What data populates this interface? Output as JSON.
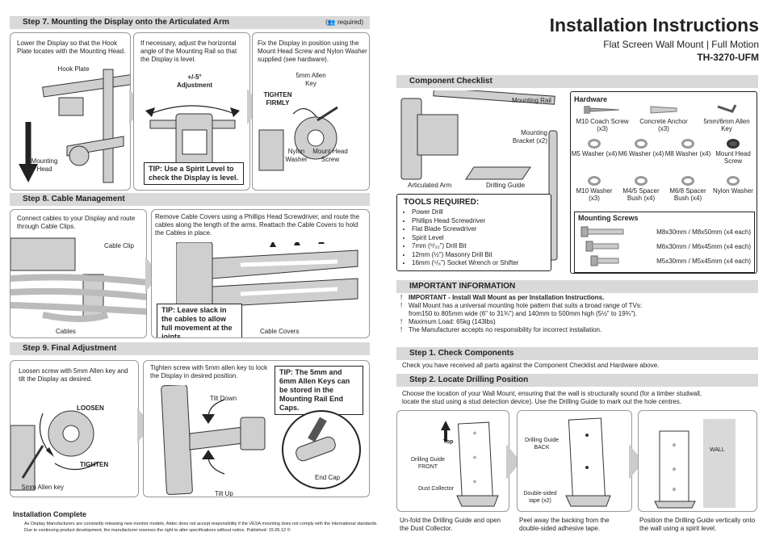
{
  "header": {
    "title": "Installation Instructions",
    "subtitle": "Flat Screen Wall Mount | Full Motion",
    "model": "TH-3270-UFM"
  },
  "step7": {
    "heading": "Step 7. Mounting the Display onto the Articulated Arm",
    "required_icon": "two-people-icon",
    "required": "required",
    "panel1_text": "Lower the Display so that the Hook Plate locates with the Mounting Head.",
    "panel1_label_hook": "Hook Plate",
    "panel1_label_mount": "Mounting Head",
    "panel2_text": "If necessary, adjust the horizontal angle of the Mounting Rail so that the Display is level.",
    "panel2_adjust": "+/-5° Adjustment",
    "tip": "TIP: Use a Spirit Level to check the Display is level.",
    "panel3_text": "Fix the Display in position using the Mount Head Screw and Nylon Washer supplied (see hardware).",
    "panel3_allen": "5mm Allen Key",
    "panel3_tighten": "TIGHTEN FIRMLY",
    "panel3_nylon": "Nylon Washer",
    "panel3_mount": "Mount Head Screw"
  },
  "step8": {
    "heading": "Step 8. Cable Management",
    "panel1_text": "Connect cables to your Display and route through Cable Clips.",
    "panel1_clip": "Cable Clip",
    "panel1_cables": "Cables",
    "panel2_text": "Remove Cable Covers using a Phillips Head Screwdriver, and route the cables along the length of the arms. Reattach the Cable Covers to hold the Cables in place.",
    "tip": "TIP: Leave slack in the cables to allow full movement at the joints.",
    "panel2_covers": "Cable Covers"
  },
  "step9": {
    "heading": "Step 9. Final Adjustment",
    "panel1_text": "Loosen screw with 5mm Allen key and tilt the Display as desired.",
    "loosen": "LOOSEN",
    "tighten": "TIGHTEN",
    "allen": "5mm Allen key",
    "panel2_text": "Tighten screw with 5mm allen key to lock the Display in desired position.",
    "tilt_down": "Tilt Down",
    "tilt_up": "Tilt Up",
    "tip": "TIP: The 5mm and 6mm Allen Keys can be stored in the Mounting Rail End Caps.",
    "end_cap": "End Cap"
  },
  "footer": {
    "complete": "Installation Complete",
    "disclaimer1": "As Display Manufacturers are constantly releasing new monitor models, Atdec does not accept responsibility if the VESA mounting does not comply with the international standards.",
    "disclaimer2": "Due to continuing product development, the manufacturer reserves the right to alter specifications without notice. Published: 15.05.12 ©"
  },
  "checklist": {
    "heading": "Component Checklist",
    "rail": "Mounting Rail",
    "bracket": "Mounting Bracket (x2)",
    "arm": "Articulated Arm",
    "guide": "Drilling Guide",
    "tools_heading": "TOOLS REQUIRED:",
    "tools": [
      "Power Drill",
      "Phillips Head Screwdriver",
      "Flat Blade Screwdriver",
      "Spirit Level",
      "7mm (⁹/₃₂\") Drill Bit",
      "12mm (½\")  Masonry Drill Bit",
      "16mm (⁵/₈\") Socket Wrench or Shifter"
    ]
  },
  "hardware": {
    "heading": "Hardware",
    "items": [
      {
        "name": "M10 Coach Screw (x3)",
        "icon": "coach-screw-icon"
      },
      {
        "name": "Concrete Anchor (x3)",
        "icon": "anchor-icon"
      },
      {
        "name": "5mm/6mm Allen Key",
        "icon": "allen-key-icon"
      },
      {
        "name": "M5 Washer (x4)",
        "icon": "washer-icon"
      },
      {
        "name": "M6 Washer (x4)",
        "icon": "washer-icon"
      },
      {
        "name": "M8 Washer (x4)",
        "icon": "washer-icon"
      },
      {
        "name": "Mount Head Screw",
        "icon": "screw-head-icon"
      },
      {
        "name": "M10 Washer (x3)",
        "icon": "washer-icon"
      },
      {
        "name": "M4/5 Spacer Bush (x4)",
        "icon": "washer-icon"
      },
      {
        "name": "M6/8 Spacer Bush (x4)",
        "icon": "washer-icon"
      },
      {
        "name": "Nylon Washer",
        "icon": "washer-icon"
      }
    ],
    "screws_heading": "Mounting Screws",
    "screws": [
      "M8x30mm / M8x50mm (x4 each)",
      "M6x30mm / M6x45mm (x4 each)",
      "M5x30mm / M5x45mm (x4 each)"
    ]
  },
  "important": {
    "heading": "IMPORTANT INFORMATION",
    "lines": [
      "IMPORTANT - Install Wall Mount as per Installation Instructions.",
      "Wall Mount has a universal mounting hole pattern that suits a broad range of TVs:",
      "from150 to 805mm wide (6\" to 31¾\") and 140mm to 500mm high (5½\" to 19¾\").",
      "Maximum Load: 65kg (143lbs)",
      "The Manufacturer accepts no responsibility for incorrect installation."
    ],
    "bang": "!"
  },
  "step1": {
    "heading": "Step 1.   Check Components",
    "text": "Check you have received all parts against the Component Checklist and Hardware above."
  },
  "step2": {
    "heading": "Step 2.   Locate Drilling Position",
    "text1": "Choose the location of your Wall Mount, ensuring that the wall is structurally sound (for a timber studwall,",
    "text2": "locate the stud using a stud detection device). Use the Drilling Guide to mark out the hole centres.",
    "top": "Top",
    "front": "Drilling Guide FRONT",
    "dust": "Dust Collector",
    "back": "Drilling Guide BACK",
    "tape": "Double-sided tape (x2)",
    "wall": "WALL",
    "cap1": "Un-fold the Drilling Guide and open the Dust Collector.",
    "cap2": "Peel away the backing from the double-sided adhesive tape.",
    "cap3": "Position the Drilling Guide vertically onto the wall using a spirit level."
  }
}
